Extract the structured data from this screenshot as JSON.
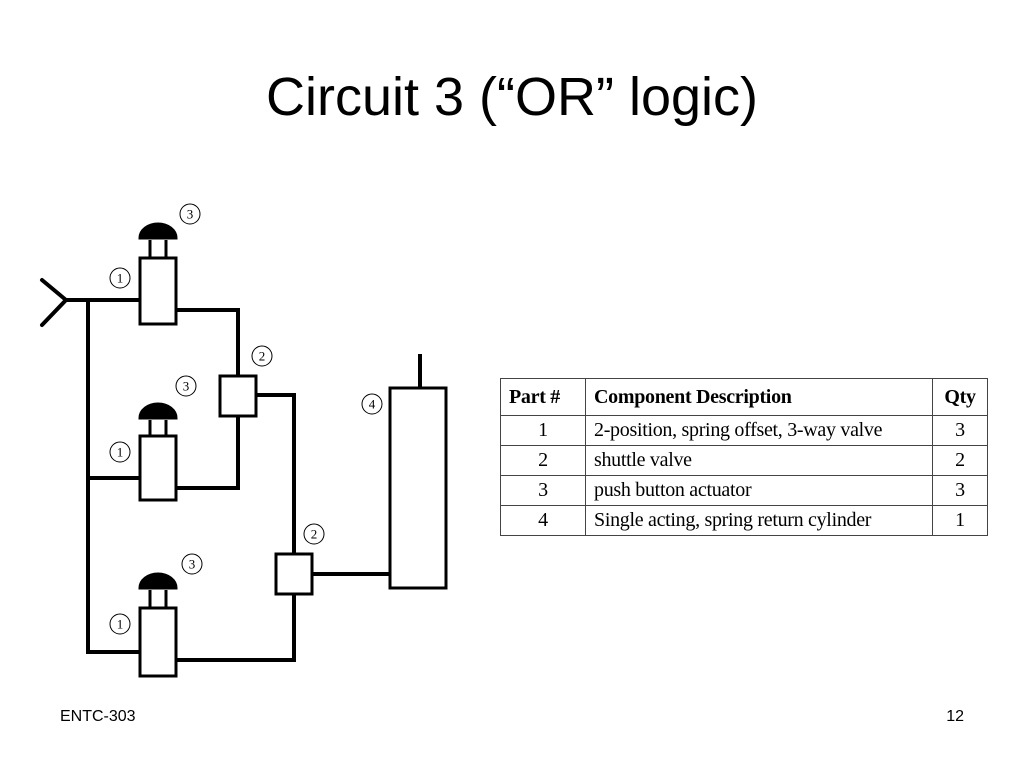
{
  "slide": {
    "title": "Circuit 3 (“OR” logic)",
    "footer_left": "ENTC-303",
    "page_number": "12"
  },
  "diagram": {
    "callouts": {
      "valve": "1",
      "shuttle": "2",
      "pushbutton": "3",
      "cylinder": "4"
    }
  },
  "table": {
    "headers": [
      "Part #",
      "Component Description",
      "Qty"
    ],
    "rows": [
      {
        "part": "1",
        "description": "2-position, spring offset, 3-way valve",
        "qty": "3"
      },
      {
        "part": "2",
        "description": "shuttle valve",
        "qty": "2"
      },
      {
        "part": "3",
        "description": "push button actuator",
        "qty": "3"
      },
      {
        "part": "4",
        "description": "Single acting, spring return cylinder",
        "qty": "1"
      }
    ]
  }
}
